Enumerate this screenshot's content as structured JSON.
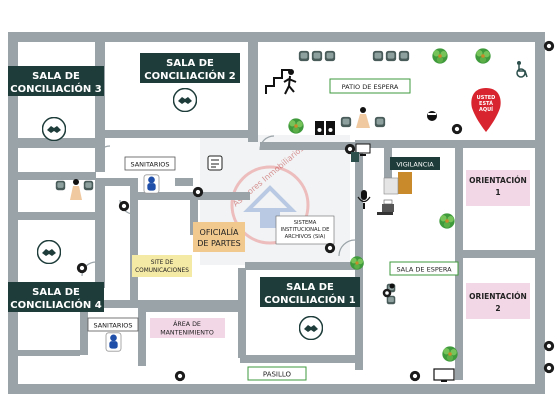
{
  "rooms": {
    "sala3": "SALA DE\nCONCILIACIÓN 3",
    "sala2": "SALA DE\nCONCILIACIÓN 2",
    "sala4": "SALA DE\nCONCILIACIÓN 4",
    "sala1": "SALA DE\nCONCILIACIÓN 1",
    "patio": "PATIO DE ESPERA",
    "vigilancia": "VIGILANCIA",
    "sanitarios_top": "SANITARIOS",
    "sanitarios_bottom": "SANITARIOS",
    "oficialia": "OFICIALÍA\nDE PARTES",
    "sistema": "SISTEMA\nINSTITUCIONAL DE\nARCHIVOS (SIA)",
    "site": "SITE DE\nCOMUNICACIONES",
    "sala_espera": "SALA DE ESPERA",
    "orientacion1": "ORIENTACIÓN\n1",
    "orientacion2": "ORIENTACIÓN\n2",
    "mantenimiento": "ÁREA DE\nMANTENIMIENTO",
    "pasillo": "PASILLO"
  },
  "marker": "USTED\nESTÁ\nAQUÍ",
  "watermark": "Asesores Inmobiliarios",
  "colors": {
    "wall": "#9aa3a8",
    "dark_label": "#1e3d3a",
    "pink_room": "#f2d7e6",
    "yellow_room": "#f5e9a6",
    "orange_room": "#f1c98f",
    "marker": "#d8242e"
  },
  "icons": [
    "handshake-icon",
    "person-stairs-icon",
    "cctv-camera-icon",
    "plant-icon",
    "chairs-icon",
    "toilet-icon",
    "printer-icon",
    "microphone-icon",
    "monitor-icon"
  ]
}
